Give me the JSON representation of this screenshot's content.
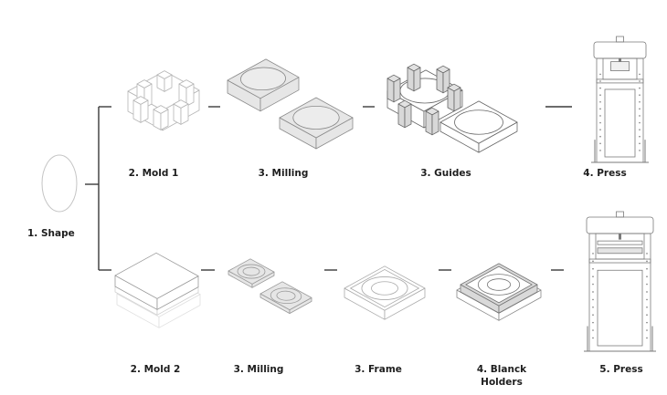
{
  "colors": {
    "line": "#3a3a3a",
    "sketch": "#8a8a8a",
    "sketch_light": "#c8c8c8",
    "fill_gray": "#e6e6e6",
    "text": "#1e1e1e"
  },
  "steps": {
    "shape": "1.  Shape",
    "top": {
      "mold": "2. Mold 1",
      "milling": "3. Milling",
      "guides": "3. Guides",
      "press": "4. Press"
    },
    "bottom": {
      "mold": "2. Mold 2",
      "milling": "3. Milling",
      "frame": "3. Frame",
      "blank_line1": "4. Blanck",
      "blank_line2": "Holders",
      "press": "5. Press"
    }
  }
}
